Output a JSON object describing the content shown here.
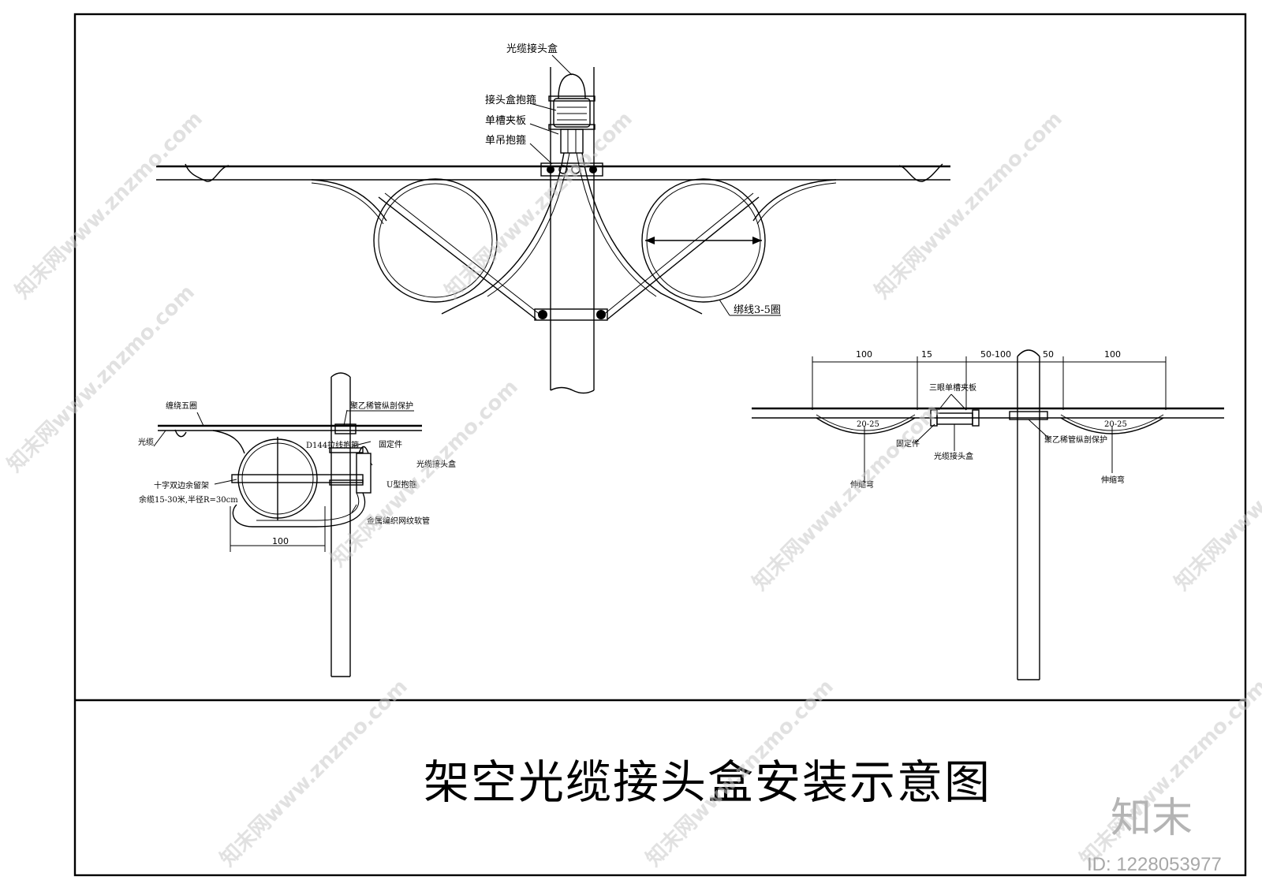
{
  "title": "架空光缆接头盒安装示意图",
  "top_view": {
    "labels": {
      "splice_box": "光缆接头盒",
      "box_hoop": "接头盒抱箍",
      "clamp": "单槽夹板",
      "single_hoop": "单吊抱箍",
      "binding": "绑线3-5圈"
    }
  },
  "left_view": {
    "labels": {
      "wrap": "缠绕五圈",
      "cable": "光缆",
      "pe_protect": "聚乙稀管纵剖保护",
      "d144": "D144拉线抱箍",
      "fixer": "固定件",
      "splice_box": "光缆接头盒",
      "u_hoop": "U型抱箍",
      "rack": "十字双边余留架",
      "spare": "余缆15-30米,半径R=30cm",
      "hose": "金属编织网纹软管",
      "dim_100": "100"
    }
  },
  "right_view": {
    "dims": {
      "d1": "100",
      "d2": "15",
      "d3": "50-100",
      "d4": "50",
      "d5": "100",
      "sag_left": "20-25",
      "sag_right": "20-25"
    },
    "labels": {
      "three_hole": "三眼单槽夹板",
      "fixer": "固定件",
      "splice_box": "光缆接头盒",
      "pe_protect": "聚乙稀管纵剖保护",
      "stretch_left": "伸缩弯",
      "stretch_right": "伸缩弯"
    }
  },
  "watermark": {
    "text": "知末网www.znzmo.com",
    "brand": "知末",
    "id": "ID: 1228053977"
  }
}
